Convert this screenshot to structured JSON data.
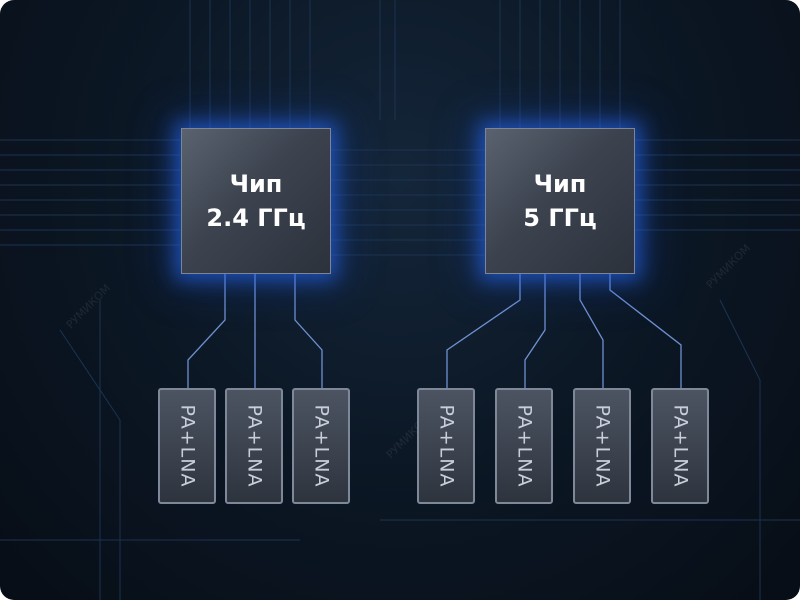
{
  "chips": [
    {
      "line1": "Чип",
      "line2": "2.4 ГГц"
    },
    {
      "line1": "Чип",
      "line2": "5 ГГц"
    }
  ],
  "modules": [
    "PA+LNA",
    "PA+LNA",
    "PA+LNA",
    "PA+LNA",
    "PA+LNA",
    "PA+LNA",
    "PA+LNA"
  ],
  "watermark": "РУМИКОМ",
  "colors": {
    "glow": "#2f6bff",
    "trace": "#8fb4ff",
    "background": "#0c1826"
  }
}
